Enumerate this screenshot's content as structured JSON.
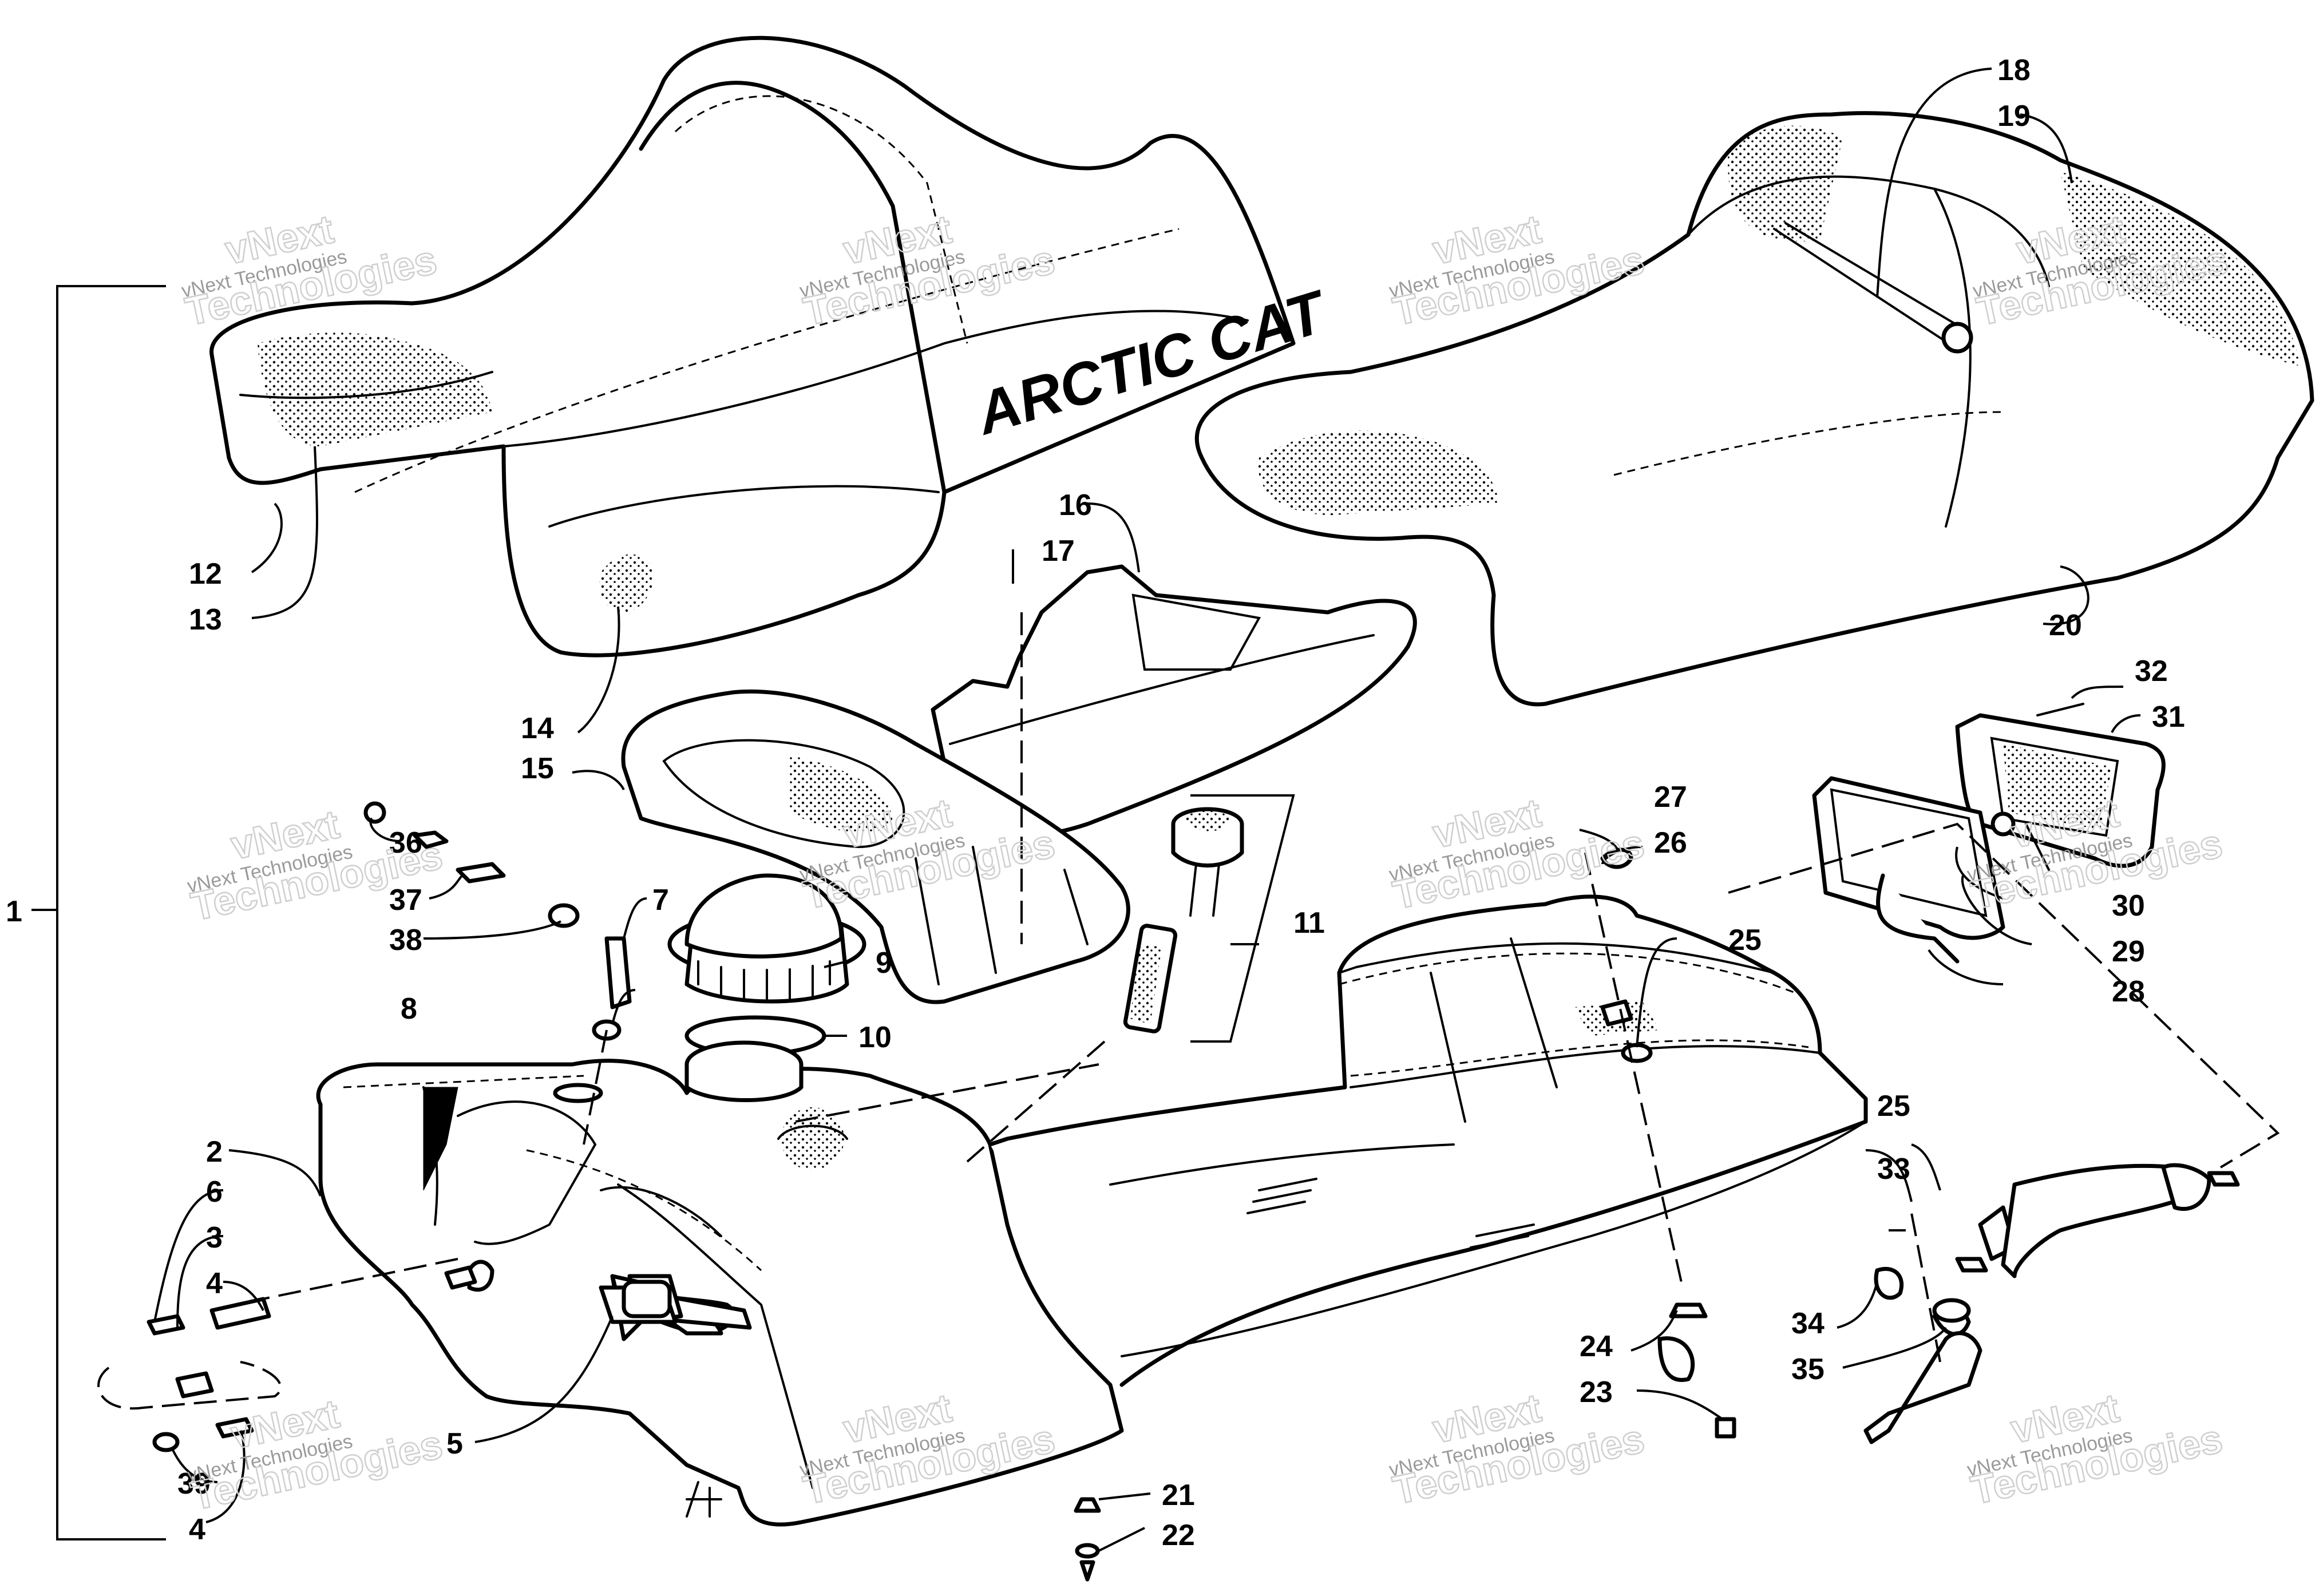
{
  "brand_text": "ARCTIC CAT",
  "watermark": {
    "line1": "vNext",
    "line2": "vNext Technologies",
    "line3": "Technologies"
  },
  "callouts": [
    "1",
    "2",
    "3",
    "4",
    "5",
    "6",
    "7",
    "8",
    "9",
    "10",
    "11",
    "12",
    "13",
    "14",
    "15",
    "16",
    "17",
    "18",
    "19",
    "20",
    "21",
    "22",
    "23",
    "24",
    "25",
    "26",
    "27",
    "28",
    "29",
    "30",
    "31",
    "32",
    "33",
    "34",
    "35",
    "36",
    "37",
    "38",
    "39",
    "4",
    "25"
  ],
  "colors": {
    "line": "#000000",
    "background": "#ffffff",
    "watermark": "#c8c8c8"
  }
}
